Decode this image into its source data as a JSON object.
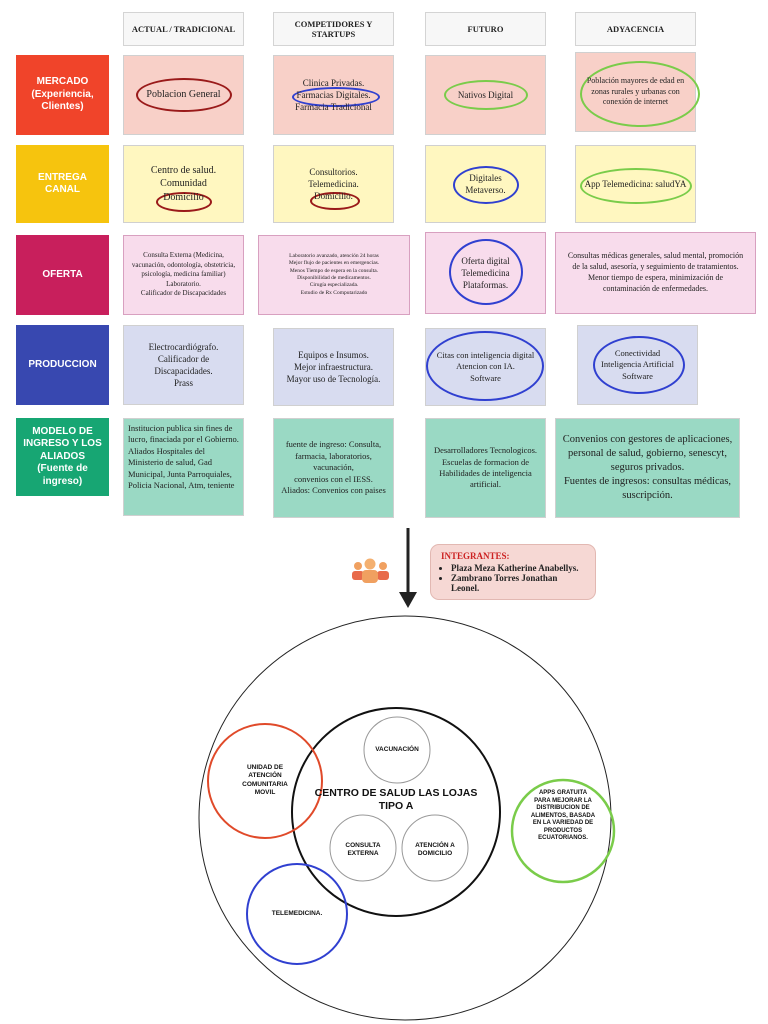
{
  "headers": [
    "ACTUAL / TRADICIONAL",
    "COMPETIDORES Y STARTUPS",
    "FUTURO",
    "ADYACENCIA"
  ],
  "rows": [
    {
      "label": "MERCADO\n(Experiencia,\nClientes)",
      "color": "#f0442a"
    },
    {
      "label": "ENTREGA\nCANAL",
      "color": "#f6c40e"
    },
    {
      "label": "OFERTA",
      "color": "#c81f5c"
    },
    {
      "label": "PRODUCCION",
      "color": "#3848b0"
    },
    {
      "label": "MODELO DE\nINGRESO Y LOS\nALIADOS\n(Fuente de ingreso)",
      "color": "#17a673"
    }
  ],
  "cells": {
    "mercado": [
      "Poblacion General",
      "Clinica Privadas.\nFarmacias Digitales.\nFarmacia Tradicional",
      "Nativos Digital",
      "Población mayores de edad en\nzonas rurales y urbanas con\nconexión de internet"
    ],
    "entrega": [
      "Centro de salud.\nComunidad\nDomicilio",
      "Consultorios.\nTelemedicina.\nDomicilio.",
      "Digitales\nMetaverso.",
      "App Telemedicina: saludYA"
    ],
    "oferta": [
      "Consulta Externa (Medicina,\nvacunación, odontología, obstetricia,\npsicología, medicina familiar)\nLaboratorio.\nCalificador de Discapacidades",
      "Laboratorio avanzado, atención 24 horas\nMejor flujo de pacientes en emergencias.\nMenos Tiempo de espera en la consulta.\nDisponibilidad de medicamentos.\nCirugía especializada.\nEstudio de Rx Computarizado",
      "Oferta digital\nTelemedicina\nPlataformas.",
      "Consultas médicas generales, salud mental, promoción\nde la salud, asesoría, y seguimiento de tratamientos.\nMenor tiempo de espera, minimización de\ncontaminación de enfermedades."
    ],
    "produccion": [
      "Electrocardiógrafo.\nCalificador de Discapacidades.\nPrass",
      "Equipos e Insumos.\nMejor infraestructura.\nMayor uso de Tecnología.",
      "Citas con inteligencia digital\nAtencion con IA.\nSoftware",
      "Conectividad\nInteligencia Artificial\nSoftware"
    ],
    "modelo": [
      "Institucion   publica sin fines de\nlucro, finaciada por el Gobierno.\nAliados Hospitales del\nMinisterio de salud, Gad\nMunicipal, Junta   Parroquiales,\nPolicia Nacional, Atm, teniente",
      "fuente de ingreso: Consulta,\nfarmacia, laboratorios,\nvacunación,\nconvenios con el IESS.\nAliados: Convenios con paises",
      "Desarrolladores Tecnologicos.\nEscuelas de formacion de\nHabilidades de inteligencia\nartificial.",
      "Convenios con gestores de aplicaciones,\npersonal de salud, gobierno, senescyt,\nseguros privados.\nFuentes de ingresos: consultas médicas,\nsuscripción."
    ]
  },
  "integrantes": {
    "title": "INTEGRANTES:",
    "members": [
      "Plaza Meza Katherine Anabellys.",
      "Zambrano Torres Jonathan Leonel."
    ]
  },
  "diagram": {
    "center": "CENTRO DE SALUD LAS LOJAS\nTIPO A",
    "vacunacion": "VACUNACIÓN",
    "consulta": "CONSULTA\nEXTERNA",
    "domicilio": "ATENCIÓN A\nDOMICILIO",
    "unidad": "UNIDAD DE\nATENCIÓN\nCOMUNITARIA\nMOVIL",
    "telemedicina": "TELEMEDICINA.",
    "apps": "APPS  GRATUITA\nPARA MEJORAR LA\nDISTRIBUCION DE\nALIMENTOS, BASADA\nEN LA VARIEDAD DE\nPRODUCTOS\nECUATORIANOS."
  },
  "colors": {
    "red_ring": "#e04a2a",
    "blue_ring": "#3040d0",
    "green_ring": "#7acc4a",
    "dark_red_ring": "#9a1a1a"
  }
}
